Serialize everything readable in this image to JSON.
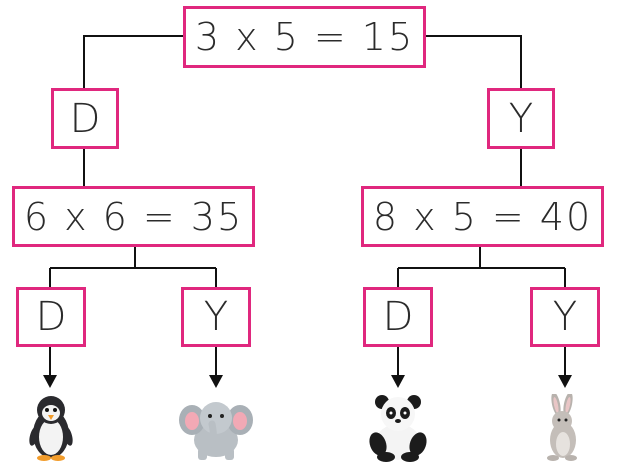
{
  "root": {
    "equation": "3 x 5 = 15"
  },
  "level1": {
    "left_answer": "D",
    "right_answer": "Y"
  },
  "level2": {
    "left_equation": "6 x 6 = 35",
    "right_equation": "8 x 5 = 40"
  },
  "level3": {
    "answers": [
      "D",
      "Y",
      "D",
      "Y"
    ]
  },
  "outcomes": [
    "penguin-icon",
    "elephant-icon",
    "panda-icon",
    "rabbit-icon"
  ],
  "colors": {
    "box_border": "#e0287e",
    "line": "#111111",
    "text": "#2b2b2b"
  }
}
